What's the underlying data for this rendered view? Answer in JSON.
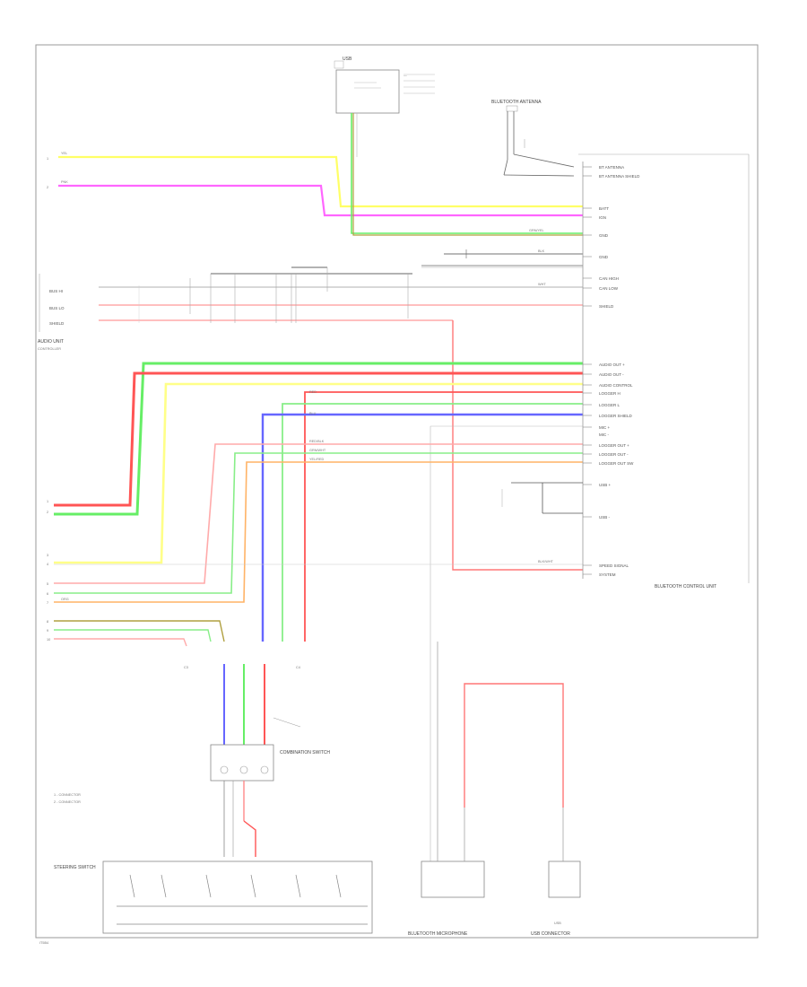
{
  "diagram": {
    "connectors": {
      "top_module": "USB",
      "antenna": "BLUETOOTH ANTENNA",
      "right_module": "BLUETOOTH CONTROL UNIT",
      "combination_switch": "COMBINATION SWITCH",
      "bottom_left_switch": "STEERING SWITCH",
      "bottom_center": "BLUETOOTH MICROPHONE",
      "bottom_right": "USB CONNECTOR",
      "left_bus": "AUDIO UNIT",
      "left_controller": "CONTROLLER",
      "left_notes": [
        "1 - CONNECTOR",
        "2 - CONNECTOR"
      ],
      "corner_note": "IT5B4"
    },
    "right_pins": [
      "BT ANTENNA",
      "BT ANTENNA SHIELD",
      "BATT",
      "IGN",
      "GND",
      "GND",
      "CAN HIGH",
      "CAN LOW",
      "SHIELD",
      "AUDIO OUT +",
      "AUDIO OUT -",
      "AUDIO CONTROL",
      "LOGGER H",
      "LOGGER L",
      "LOGGER SHIELD",
      "MIC +",
      "MIC -",
      "LOGGER OUT +",
      "LOGGER OUT -",
      "LOGGER OUT SW",
      "USB +",
      "USB -",
      "SPEED SIGNAL",
      "SYSTEM"
    ],
    "wire_labels": [
      "YEL",
      "PNK",
      "GRN/YEL",
      "BLK",
      "RED",
      "BLU",
      "WHT",
      "ORG",
      "RED/BLK",
      "GRN/WHT",
      "YEL/RED",
      "BLK/WHT"
    ],
    "colors": {
      "yellow": "#ffff66",
      "magenta": "#ff66ff",
      "green": "#66ee66",
      "red": "#ff5555",
      "pink": "#ffaaaa",
      "blue": "#6666ff",
      "orange": "#ffb366",
      "olive": "#b0a040",
      "dark": "#555555",
      "frame": "#9a9a9a"
    }
  }
}
